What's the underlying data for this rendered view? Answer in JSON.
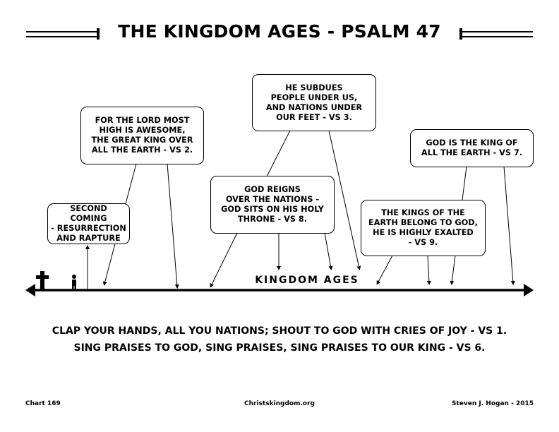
{
  "title": "THE KINGDOM AGES - PSALM 47",
  "timeline_label": "KINGDOM AGES",
  "boxes": {
    "second_coming": "SECOND COMING\n- RESURRECTION\nAND RAPTURE",
    "most_high": "FOR THE LORD MOST\nHIGH IS AWESOME,\nTHE GREAT KING OVER\nALL THE EARTH - VS 2.",
    "subdues": "HE SUBDUES\nPEOPLE UNDER US,\nAND NATIONS UNDER\nOUR FEET - VS 3.",
    "reigns": "GOD REIGNS\nOVER THE NATIONS -\nGOD SITS ON HIS HOLY\nTHRONE - VS 8.",
    "king_of_earth": "GOD IS THE KING OF\nALL THE EARTH - VS 7.",
    "kings_belong": "THE KINGS OF THE\nEARTH BELONG TO GOD,\nHE IS HIGHLY EXALTED\n- VS 9."
  },
  "verses": {
    "line1": "CLAP YOUR HANDS, ALL YOU NATIONS; SHOUT TO GOD WITH CRIES OF JOY - VS 1.",
    "line2": "SING PRAISES TO GOD, SING PRAISES, SING PRAISES TO OUR KING - VS 6."
  },
  "footer": {
    "chart": "Chart 169",
    "site": "Christskingdom.org",
    "author": "Steven J. Hogan - 2015"
  },
  "icons": [
    "cross-icon",
    "person-icon"
  ]
}
